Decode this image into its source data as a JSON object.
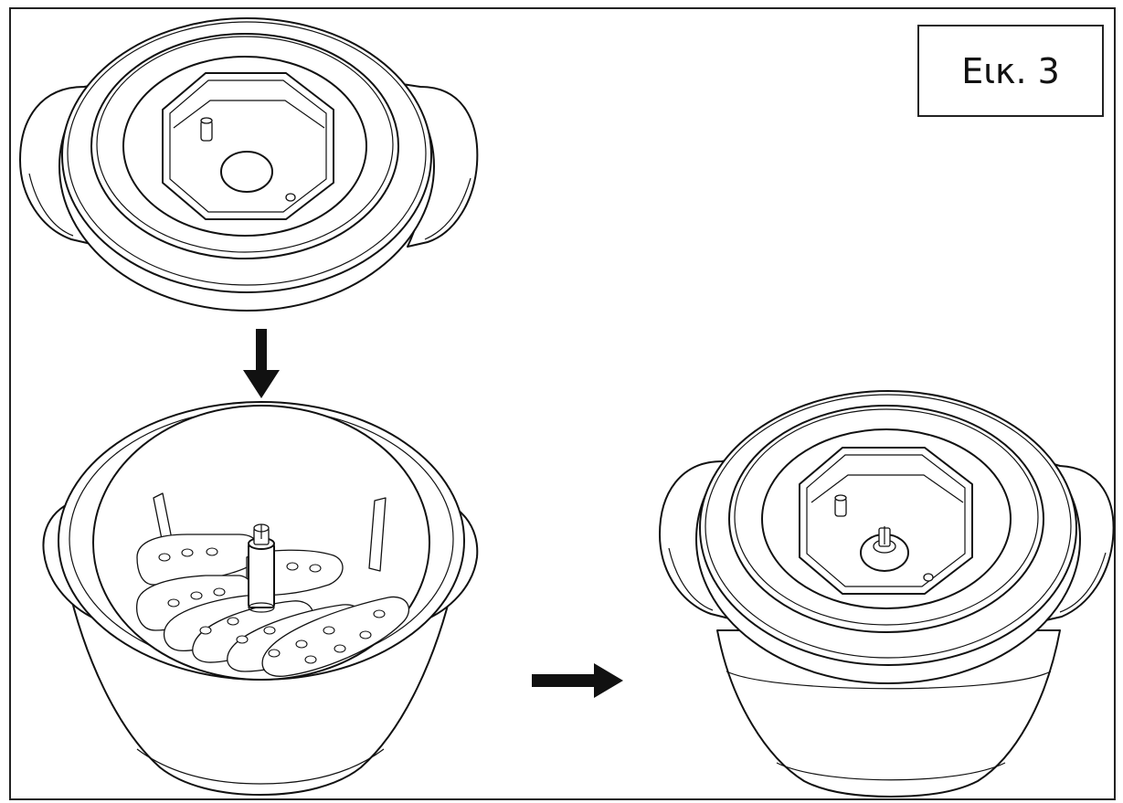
{
  "figure": {
    "label": "Εικ. 3"
  },
  "steps": [
    {
      "id": "lid",
      "icon": "lid-icon"
    },
    {
      "id": "bowl-with-blade",
      "icon": "bowl-blade-icon"
    },
    {
      "id": "assembled",
      "icon": "assembled-bowl-icon"
    }
  ],
  "arrows": [
    {
      "direction": "down",
      "icon": "arrow-down-icon"
    },
    {
      "direction": "right",
      "icon": "arrow-right-icon"
    }
  ],
  "colors": {
    "line": "#111111",
    "background": "#ffffff"
  }
}
